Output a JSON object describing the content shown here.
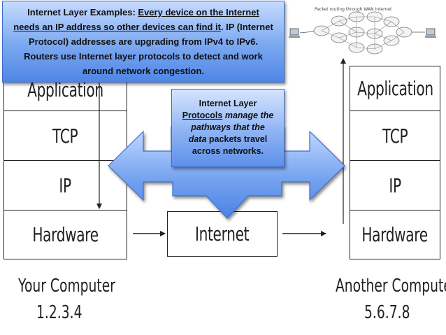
{
  "callout_top": {
    "line1_a": "Internet Layer Examples: ",
    "line1_b": "Every device on the Internet",
    "line2_a": "needs an IP address so other devices can find it",
    "line2_b": ". IP (Internet",
    "line3": "Protocol) addresses are upgrading from IPv4 to IPv6.",
    "line4": "Routers use Internet layer protocols to detect and work",
    "line5": "around network congestion."
  },
  "callout_center": {
    "line1": "Internet Layer",
    "line2_a": "Protocols",
    "line2_b": " manage the",
    "line3": "pathways that the",
    "line4_a": "data",
    "line4_b": " packets travel",
    "line5": "across networks."
  },
  "network_image": {
    "caption": "Packet routing through WAN Internet"
  },
  "left_stack": {
    "layers": [
      "Application",
      "TCP",
      "IP",
      "Hardware"
    ]
  },
  "right_stack": {
    "layers": [
      "Application",
      "TCP",
      "IP",
      "Hardware"
    ]
  },
  "middle_box": {
    "label": "Internet"
  },
  "left_caption": {
    "name": "Your Computer",
    "address": "1.2.3.4"
  },
  "right_caption": {
    "name": "Another Computer",
    "address": "5.6.7.8"
  },
  "colors": {
    "callout_blue": "#6d9cee",
    "line": "#222222"
  }
}
